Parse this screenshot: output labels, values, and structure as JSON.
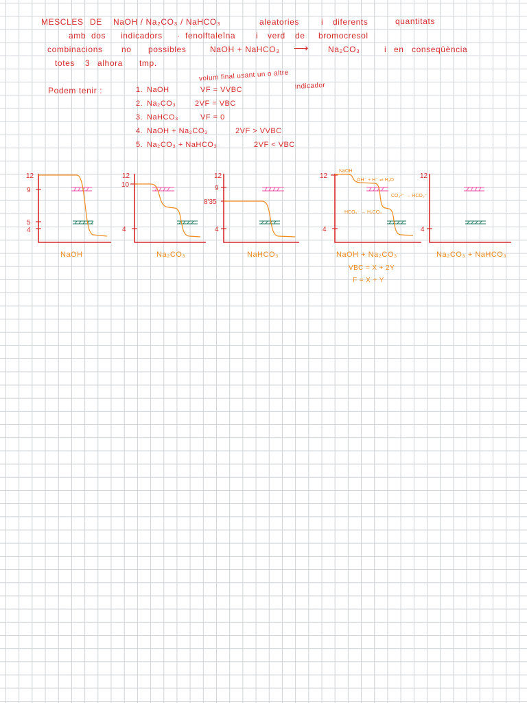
{
  "title": {
    "w1": "MESCLES",
    "w2": "DE",
    "w3": "NaOH / Na₂CO₃ / NaHCO₃",
    "w4": "aleatories",
    "w5": "i",
    "w6": "diferents",
    "w7": "quantitats"
  },
  "indicators": {
    "w1": "amb",
    "w2": "dos",
    "w3": "indicadors",
    "dot": "·",
    "w4": "fenolftaleïna",
    "w5": "i",
    "w6": "verd",
    "w7": "de",
    "w8": "bromocresol"
  },
  "impossible": {
    "w1": "combinacions",
    "w2": "no",
    "w3": "possibles",
    "reaction": "NaOH + NaHCO₃",
    "arrow": "⟶",
    "product": "Na₂CO₃",
    "w4": "i",
    "w5": "en",
    "w6": "conseqüència"
  },
  "also": {
    "w1": "totes",
    "w2": "3",
    "w3": "alhora",
    "w4": "tmp."
  },
  "volume_note": {
    "line1": "volum final usant un o altre",
    "line2": "indicador"
  },
  "podem": "Podem tenir :",
  "cases": [
    {
      "num": "1.",
      "name": "NaOH",
      "rel": "VF = VVBC"
    },
    {
      "num": "2.",
      "name": "Na₂CO₃",
      "rel": "2VF = VBC"
    },
    {
      "num": "3.",
      "name": "NaHCO₃",
      "rel": "VF = 0"
    },
    {
      "num": "4.",
      "name": "NaOH + Na₂CO₃",
      "rel": "2VF > VVBC"
    },
    {
      "num": "5.",
      "name": "Na₂CO₃ + NaHCO₃",
      "rel": "2VF < VBC"
    }
  ],
  "graphs": [
    {
      "caption": "NaOH",
      "ticks": [
        "12",
        "9",
        "5",
        "4"
      ],
      "inflection_ph": [
        12,
        4
      ]
    },
    {
      "caption": "Na₂CO₃",
      "ticks": [
        "12",
        "10",
        "4"
      ],
      "inflection_ph": [
        10,
        4
      ]
    },
    {
      "caption": "NaHCO₃",
      "ticks": [
        "12",
        "9",
        "8'35",
        "4"
      ],
      "inflection_ph": [
        8.35,
        4
      ]
    },
    {
      "caption": "NaOH + Na₂CO₃",
      "ticks": [
        "12",
        "4"
      ],
      "annotations": {
        "a": "NaOH",
        "b": "OH⁻ + H⁺ ⇌ H₂O",
        "c": "CO₃²⁻ → HCO₃⁻",
        "d": "HCO₃⁻ → H₂CO₃"
      },
      "eq1": "VBC = X + 2Y",
      "eq2": "F = X + Y"
    },
    {
      "caption": "Na₂CO₃ + NaHCO₃",
      "ticks": [
        "12",
        "4"
      ]
    }
  ],
  "colors": {
    "red_ink": "#d62b2b",
    "orange_ink": "#f08a1c",
    "phenolphthalein": "#ec4fa6",
    "bromocresol_green": "#1a7a5e"
  }
}
